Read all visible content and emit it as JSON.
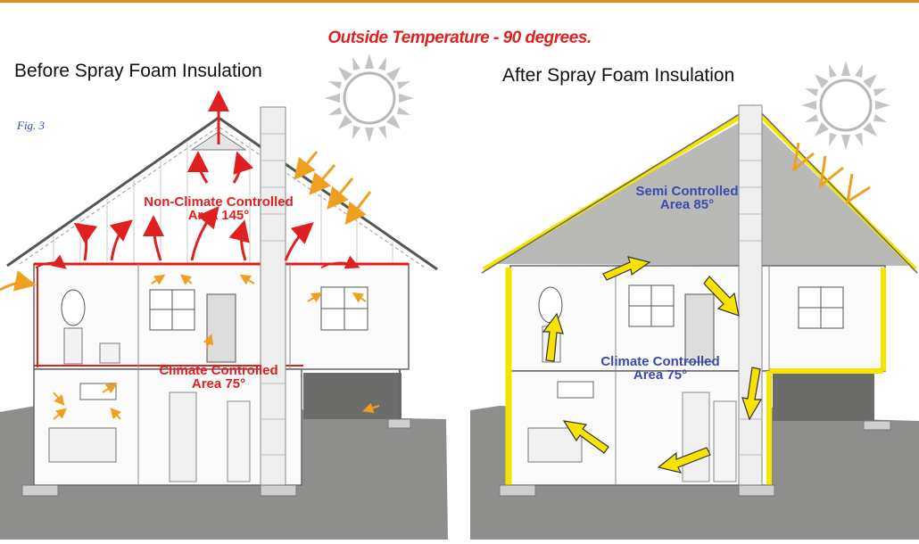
{
  "headline": "Outside Temperature - 90 degrees.",
  "fig_label": "Fig. 3",
  "before": {
    "title": "Before Spray Foam Insulation",
    "attic_label": "Non-Climate Controlled",
    "attic_temp": "Area 145°",
    "living_label": "Climate Controlled",
    "living_temp": "Area 75°"
  },
  "after": {
    "title": "After Spray Foam Insulation",
    "attic_label": "Semi Controlled",
    "attic_temp": "Area 85°",
    "living_label": "Climate Controlled",
    "living_temp": "Area 75°"
  },
  "colors": {
    "heat_red": "#e02020",
    "sun_gray": "#b8b8b8",
    "sun_arrow_orange": "#f0a020",
    "foam_yellow": "#f2e600",
    "airflow_yellow": "#f7e200",
    "ground_gray": "#8e8f8c",
    "attic_gray_after": "#b9bab7",
    "label_blue": "#3b4aa8",
    "top_rule_orange": "#e8891e"
  }
}
